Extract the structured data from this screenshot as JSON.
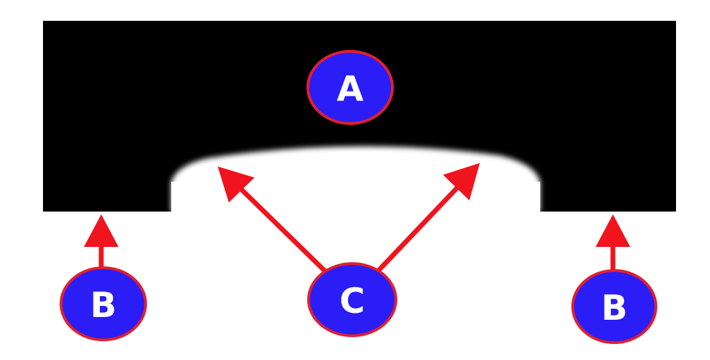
{
  "diagram": {
    "labels": {
      "a": "A",
      "b": "B",
      "c": "C"
    },
    "colors": {
      "background": "#ffffff",
      "shape": "#000000",
      "marker_fill": "#2b1df5",
      "marker_stroke": "#e0202e",
      "arrow": "#f0141e",
      "label": "#ffffff"
    }
  }
}
